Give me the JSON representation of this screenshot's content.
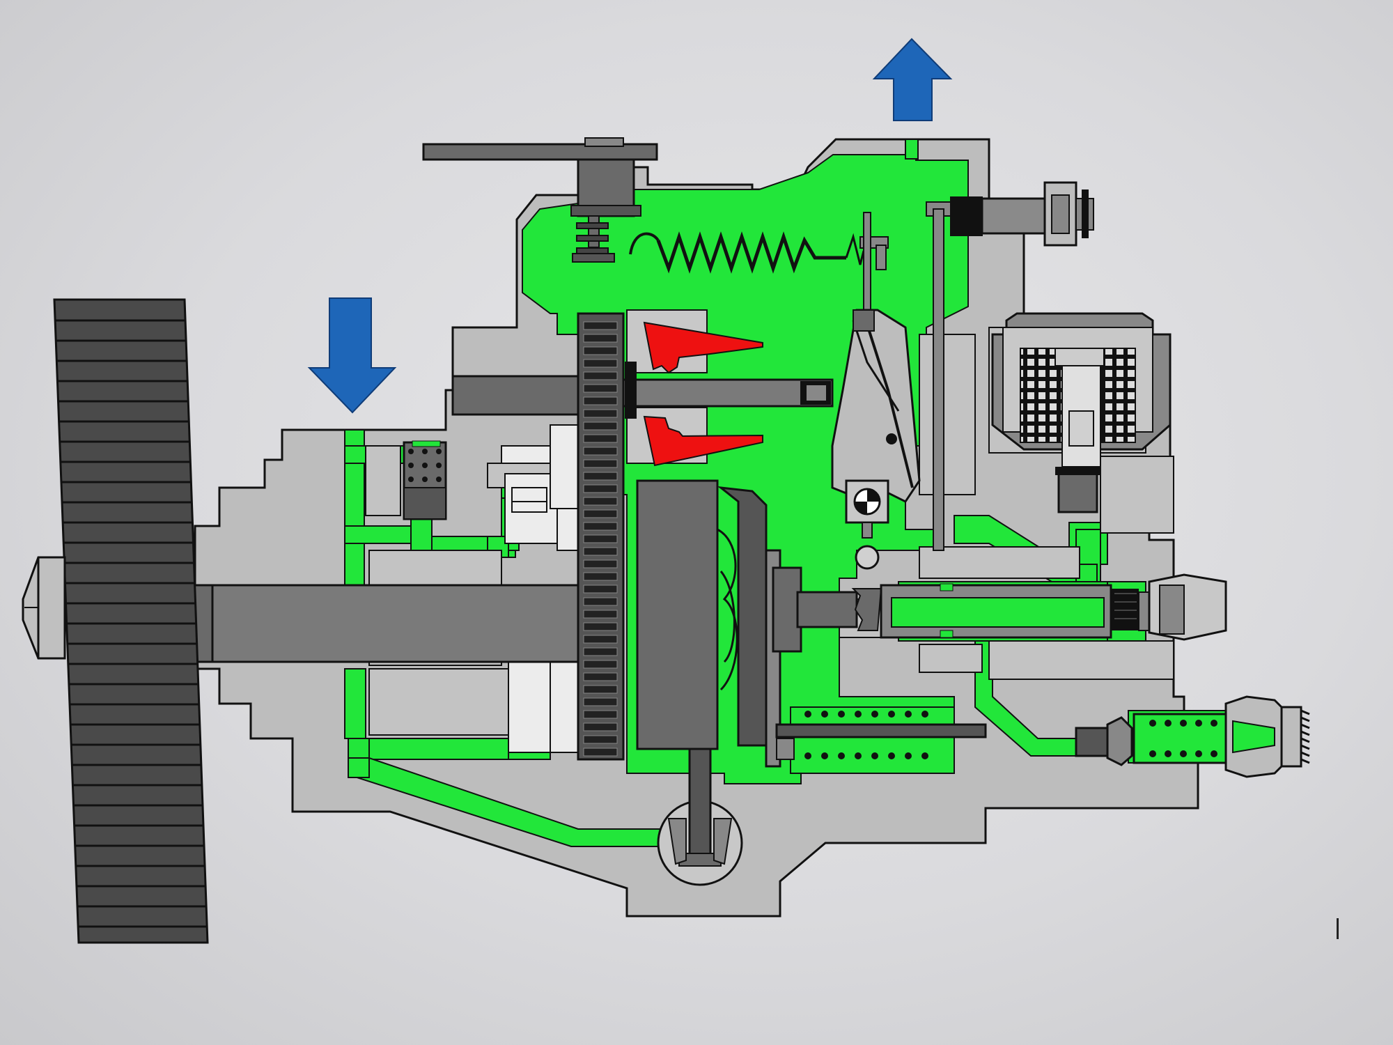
{
  "diagram": {
    "type": "cutaway",
    "colors": {
      "background": "#dcdcdf",
      "housing": "#bdbdbd",
      "housing_light": "#c8c8c8",
      "internal_parts": "#8a8a8a",
      "dark_parts": "#555555",
      "fuel": "#22e63a",
      "weights": "#ee1111",
      "arrows": "#1e66b8",
      "outline": "#111111",
      "light_parts": "#e4e4e4"
    },
    "arrows": [
      {
        "name": "inlet-arrow",
        "direction": "down"
      },
      {
        "name": "outlet-arrow",
        "direction": "up"
      }
    ],
    "components": [
      {
        "name": "drive-gear",
        "icon": "gear-icon"
      },
      {
        "name": "drive-shaft"
      },
      {
        "name": "shaft-nut"
      },
      {
        "name": "transfer-pump"
      },
      {
        "name": "pressure-regulator-valve"
      },
      {
        "name": "governor-drive-gear",
        "icon": "gear-icon"
      },
      {
        "name": "governor-flyweights",
        "count": 2
      },
      {
        "name": "governor-spring",
        "icon": "spring-icon"
      },
      {
        "name": "throttle-lever"
      },
      {
        "name": "governor-linkage"
      },
      {
        "name": "fuel-shutoff-solenoid"
      },
      {
        "name": "cam-plate"
      },
      {
        "name": "distributor-plunger"
      },
      {
        "name": "delivery-valve"
      },
      {
        "name": "outlet-fitting"
      },
      {
        "name": "timing-device-piston"
      },
      {
        "name": "full-load-screw"
      },
      {
        "name": "return-overflow-fitting"
      }
    ]
  }
}
